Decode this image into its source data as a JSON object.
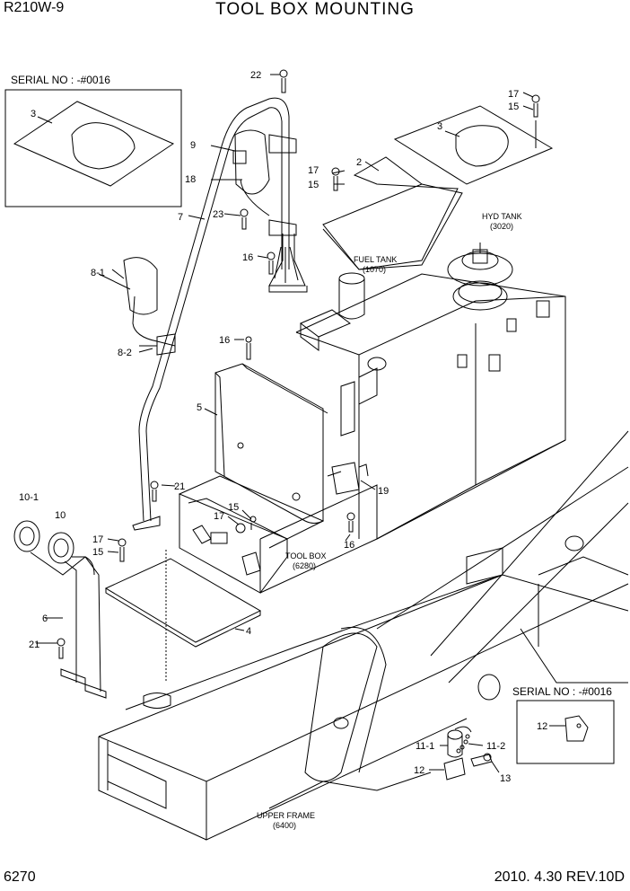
{
  "header": {
    "model": "R210W-9",
    "title": "TOOL BOX MOUNTING"
  },
  "footer": {
    "page_number": "6270",
    "revision": "2010. 4.30  REV.10D"
  },
  "insets": {
    "top_left": {
      "serial": "SERIAL NO : -#0016",
      "part": "3"
    },
    "bottom_right": {
      "serial": "SERIAL NO : -#0016",
      "part": "12"
    }
  },
  "reference_labels": {
    "hyd_tank": [
      "HYD TANK",
      "(3020)"
    ],
    "fuel_tank": [
      "FUEL TANK",
      "(1070)"
    ],
    "tool_box": [
      "TOOL BOX",
      "(6280)"
    ],
    "upper_frame": [
      "UPPER FRAME",
      "(6400)"
    ]
  },
  "callouts": [
    "22",
    "17",
    "15",
    "3",
    "2",
    "17",
    "15",
    "9",
    "18",
    "7",
    "23",
    "16",
    "8-1",
    "8-2",
    "16",
    "5",
    "19",
    "21",
    "10-1",
    "10",
    "17",
    "15",
    "17",
    "15",
    "16",
    "6",
    "21",
    "4",
    "11-1",
    "11-2",
    "12",
    "13"
  ]
}
